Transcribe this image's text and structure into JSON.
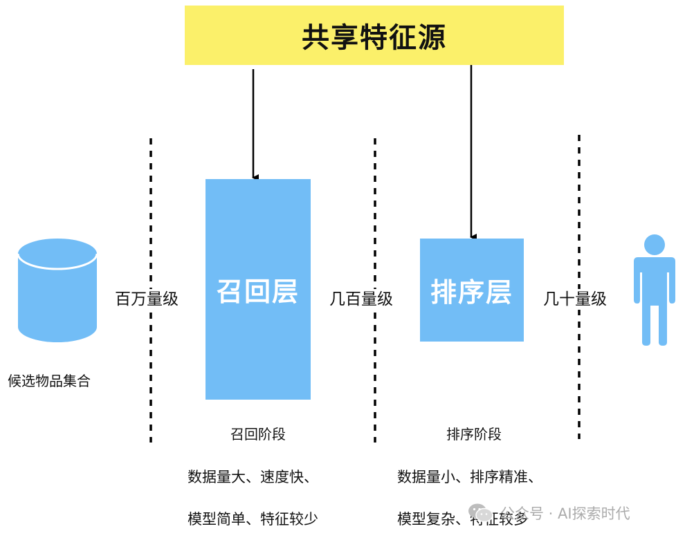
{
  "shared_source": {
    "label": "共享特征源"
  },
  "candidate_pool": {
    "caption": "候选物品集合"
  },
  "recall": {
    "box_label": "召回层",
    "stage_label": "召回阶段",
    "desc_line1": "数据量大、速度快、",
    "desc_line2": "模型简单、特征较少"
  },
  "ranking": {
    "box_label": "排序层",
    "stage_label": "排序阶段",
    "desc_line1": "数据量小、排序精准、",
    "desc_line2": "模型复杂、特征较多"
  },
  "scales": {
    "millions": "百万量级",
    "hundreds": "几百量级",
    "tens": "几十量级"
  },
  "watermark": {
    "text": "公众号 · AI探索时代"
  },
  "colors": {
    "banner_yellow": "#fbf06a",
    "box_blue": "#72bdf6",
    "arrow": "#000000",
    "watermark_gray": "#ababab"
  },
  "icons": [
    "database-icon",
    "person-icon",
    "wechat-icon"
  ]
}
